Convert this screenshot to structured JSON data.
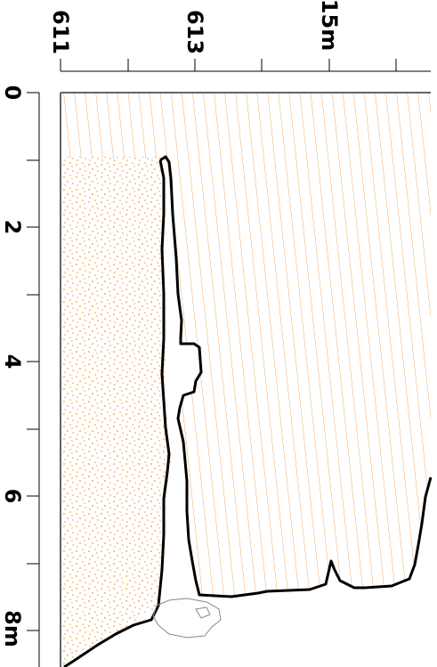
{
  "figure": {
    "top_axis": {
      "tick_labels": [
        "611",
        "613",
        "15m"
      ]
    },
    "left_axis": {
      "tick_labels": [
        "0",
        "2",
        "4",
        "6",
        "8m"
      ]
    },
    "colors": {
      "hatch": "#f0a868",
      "dots": "#f29a30",
      "outline": "#000000",
      "frame": "#666666",
      "boulder": "#888888"
    }
  }
}
